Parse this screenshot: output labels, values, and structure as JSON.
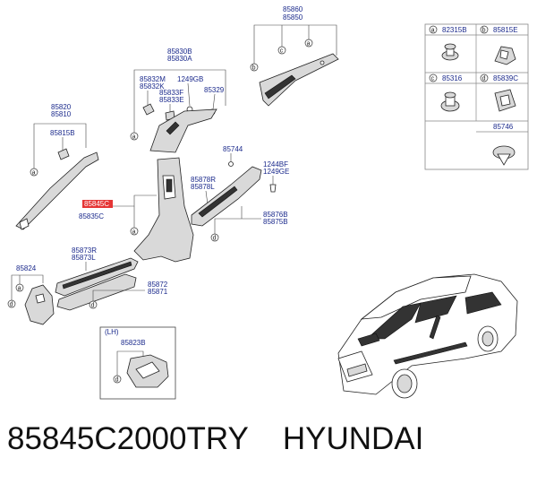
{
  "diagram": {
    "groups": {
      "a_pillar": {
        "labels": [
          "85820",
          "85810"
        ],
        "clip": "85815B"
      },
      "b_pillar_upper": {
        "labels": [
          "85830B",
          "85830A"
        ],
        "subs": [
          "85832M",
          "85832K",
          "1249GB",
          "85833F",
          "85833E",
          "85329"
        ]
      },
      "b_pillar_lower": {
        "labels": [
          "85845C",
          "85835C"
        ],
        "highlighted": "85845C"
      },
      "c_pillar": {
        "labels": [
          "85860",
          "85850"
        ]
      },
      "d_strip": {
        "labels": [
          "85744",
          "1244BF",
          "1249GE",
          "85878R",
          "85878L",
          "85876B",
          "85875B"
        ]
      },
      "sill": {
        "labels": [
          "85873R",
          "85873L",
          "85872",
          "85871"
        ]
      },
      "front_piece": {
        "label": "85824"
      },
      "lh_box": {
        "title": "(LH)",
        "label": "85823B"
      }
    },
    "legend": {
      "cells": [
        {
          "letter": "a",
          "code": "82315B"
        },
        {
          "letter": "b",
          "code": "85815E"
        },
        {
          "letter": "c",
          "code": "85316"
        },
        {
          "letter": "d",
          "code": "85839C"
        },
        {
          "letter": "",
          "code": "85746"
        }
      ]
    },
    "callout_letters": [
      "a",
      "b",
      "c",
      "d"
    ]
  },
  "caption": {
    "part_number": "85845C2000TRY",
    "brand": "HYUNDAI"
  }
}
